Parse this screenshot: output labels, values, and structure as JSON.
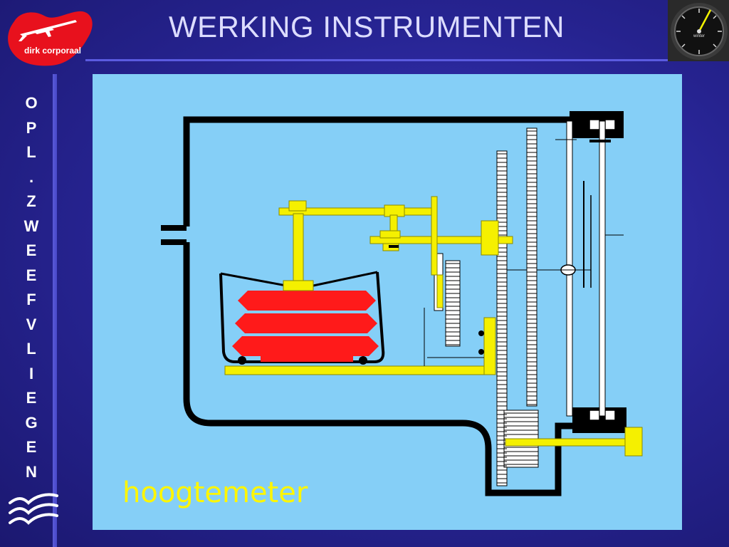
{
  "header": {
    "logo_text": "dirk corporaal",
    "title": "WERKING INSTRUMENTEN",
    "instrument_icon": "variometer-icon"
  },
  "sidebar": {
    "vertical_letters": [
      "O",
      "P",
      "L",
      ".",
      "Z",
      "W",
      "E",
      "E",
      "F",
      "V",
      "L",
      "I",
      "E",
      "G",
      "E",
      "N"
    ],
    "bottom_icon": "birds-icon"
  },
  "diagram": {
    "caption": "hoogtemeter",
    "instrument_dial_text": "winter",
    "colors": {
      "background": "#85cff7",
      "housing": "#000000",
      "bellows": "#ff1a1a",
      "linkage": "#f5f000",
      "gears": "#ffffff",
      "caption": "#fff600"
    }
  },
  "colors": {
    "slide_background": "#262390",
    "title_text": "#dcdcff",
    "accent_rule": "#5b5be0",
    "logo_red": "#e8111d"
  }
}
